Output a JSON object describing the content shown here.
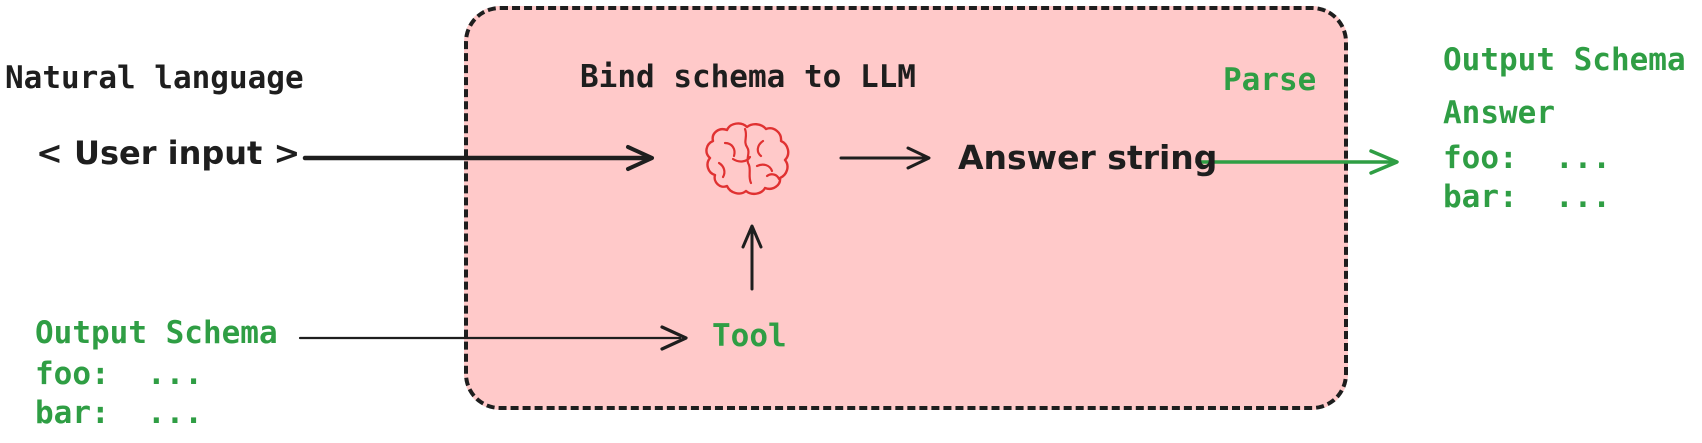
{
  "diagram": {
    "input": {
      "heading": "Natural language",
      "user_input_label": "< User input >"
    },
    "input_schema": {
      "title": "Output Schema",
      "foo_line": "foo:  ...",
      "bar_line": "bar:  ..."
    },
    "box": {
      "title": "Bind schema to LLM",
      "parse_label": "Parse",
      "answer_string_label": "Answer string",
      "tool_label": "Tool",
      "brain_icon": "brain-icon"
    },
    "output_schema": {
      "title": "Output Schema",
      "answer_line": "Answer",
      "foo_line": "foo:  ...",
      "bar_line": "bar:  ..."
    },
    "colors": {
      "ink": "#1e1e1e",
      "green": "#2f9e44",
      "red": "#e03131",
      "box_fill": "#ffc9c9"
    }
  }
}
